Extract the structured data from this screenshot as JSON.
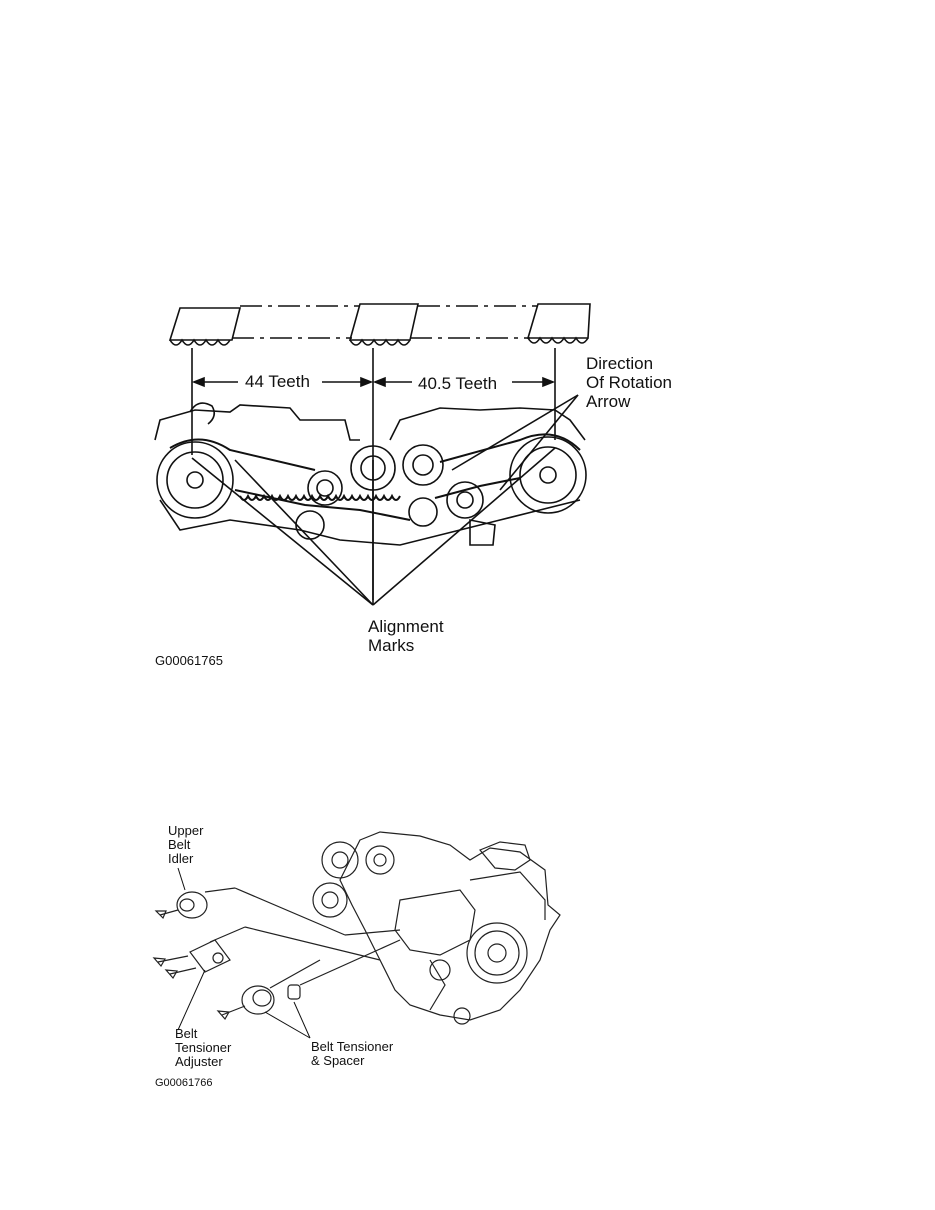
{
  "figure1": {
    "teeth_left": "44 Teeth",
    "teeth_right": "40.5 Teeth",
    "direction_label": [
      "Direction",
      "Of Rotation",
      "Arrow"
    ],
    "alignment_label": [
      "Alignment",
      "Marks"
    ],
    "code": "G00061765"
  },
  "figure2": {
    "upper_idler_label": [
      "Upper",
      "Belt",
      "Idler"
    ],
    "adjuster_label": [
      "Belt",
      "Tensioner",
      "Adjuster"
    ],
    "tensioner_label": [
      "Belt Tensioner",
      "& Spacer"
    ],
    "code": "G00061766"
  }
}
